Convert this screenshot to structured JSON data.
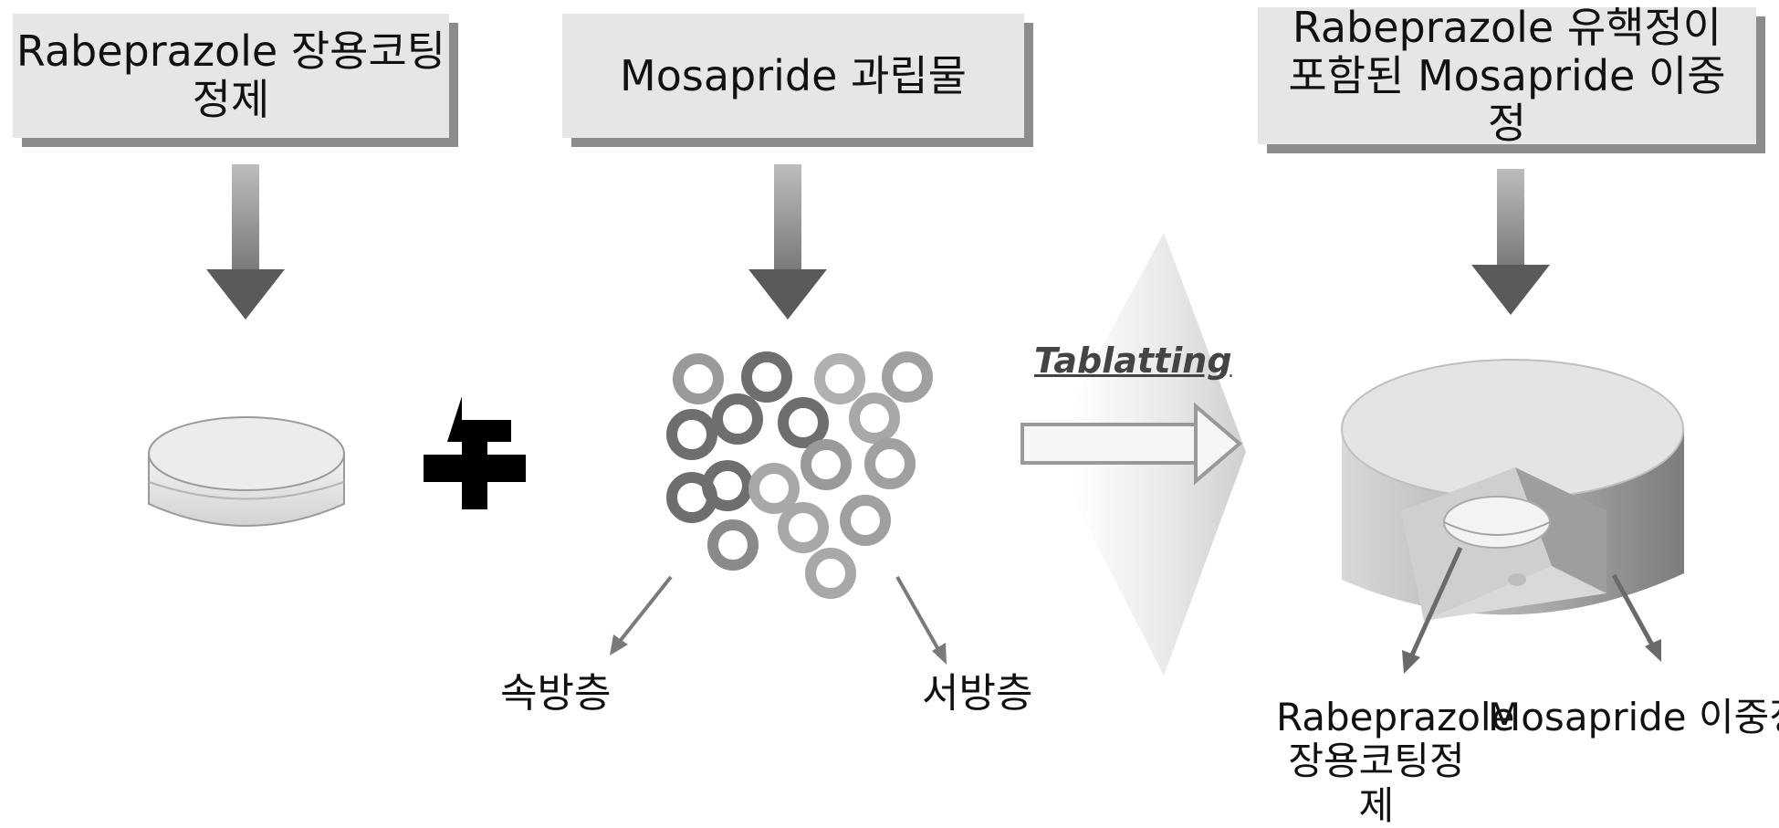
{
  "boxes": {
    "rabeprazole_tablet": "Rabeprazole 장용코팅정제",
    "mosapride_granules": "Mosapride 과립물",
    "bilayer_tablet": "Rabeprazole 유핵정이 포함된 Mosapride 이중정"
  },
  "labels": {
    "inner_layer": "속방층",
    "outer_layer": "서방층",
    "process": "Tablatting",
    "core_tablet": "Rabeprazole 장용코팅정제",
    "shell_tablet": "Mosapride 이중정"
  },
  "colors": {
    "box_fill": "#e6e6e6",
    "box_shadow": "#8c8c8c",
    "arrow_dark": "#555555",
    "ring_dark": "#6e6e6e",
    "ring_light": "#9a9a9a"
  },
  "icons": [
    "down-arrow-icon",
    "tablet-icon",
    "plus-icon",
    "granule-icon",
    "big-right-arrow-icon",
    "bilayer-tablet-icon"
  ]
}
